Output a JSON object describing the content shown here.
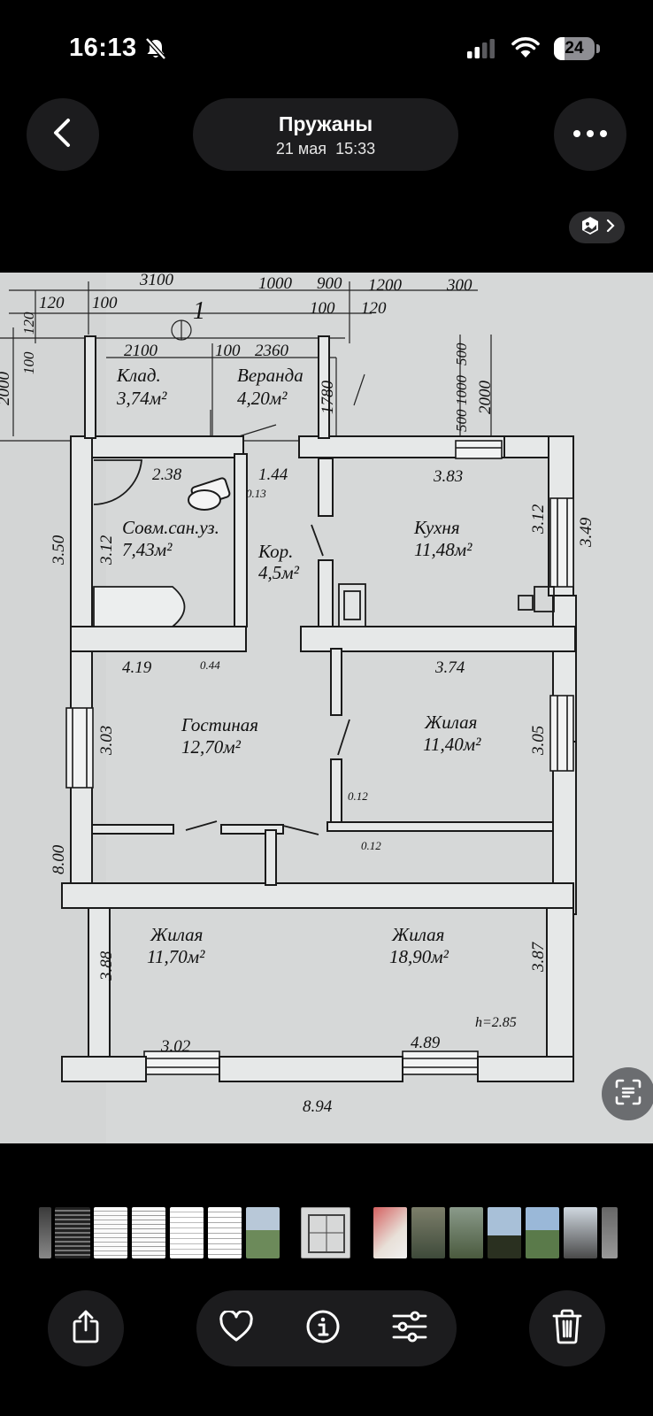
{
  "status_bar": {
    "time": "16:13",
    "battery": "24"
  },
  "header": {
    "title": "Пружаны",
    "date": "21 мая",
    "time": "15:33"
  },
  "plan": {
    "rooms": [
      {
        "name": "Клад.",
        "area": "3,74м²"
      },
      {
        "name": "Веранда",
        "area": "4,20м²"
      },
      {
        "name": "Совм.сан.уз.",
        "area": "7,43м²"
      },
      {
        "name": "Кор.",
        "area": "4,5м²"
      },
      {
        "name": "Кухня",
        "area": "11,48м²"
      },
      {
        "name": "Гостиная",
        "area": "12,70м²"
      },
      {
        "name": "Жилая",
        "area": "11,40м²"
      },
      {
        "name": "Жилая",
        "area": "11,70м²"
      },
      {
        "name": "Жилая",
        "area": "18,90м²"
      }
    ],
    "top_dims_row1": [
      "3100",
      "1000",
      "900",
      "1200",
      "300"
    ],
    "top_dims_row2": [
      "120",
      "100",
      "100",
      "120"
    ],
    "axis_label": "1",
    "inner_dims": [
      "2100",
      "100",
      "2360",
      "1780",
      "500",
      "1000",
      "500",
      "2000",
      "2000",
      "100",
      "120",
      "2.38",
      "1.44",
      "0.13",
      "3.83",
      "3.50",
      "3.12",
      "3.12",
      "3.49",
      "4.19",
      "0.44",
      "3.74",
      "3.03",
      "3.05",
      "0.12",
      "0.12",
      "8.00",
      "3.88",
      "3.87",
      "3.02",
      "4.89",
      "8.94"
    ],
    "ceiling_height": "h=2.85"
  },
  "toolbar": {
    "share": "share-icon",
    "favorite": "heart-icon",
    "info": "info-icon",
    "adjust": "sliders-icon",
    "delete": "trash-icon"
  }
}
